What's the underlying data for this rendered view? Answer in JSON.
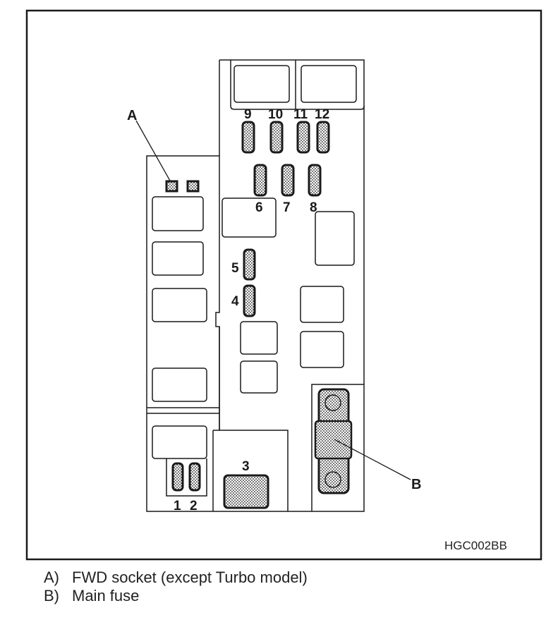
{
  "figure": {
    "code": "HGC002BB",
    "callouts": {
      "a": "A",
      "b": "B"
    },
    "fuse_labels": {
      "f1": "1",
      "f2": "2",
      "f3": "3",
      "f4": "4",
      "f5": "5",
      "f6": "6",
      "f7": "7",
      "f8": "8",
      "f9": "9",
      "f10": "10",
      "f11": "11",
      "f12": "12"
    }
  },
  "legend": [
    {
      "key": "A)",
      "text": "FWD socket (except Turbo model)"
    },
    {
      "key": "B)",
      "text": "Main fuse"
    }
  ],
  "colors": {
    "line": "#1a1a1a",
    "fill": "#ffffff",
    "dot": "#1a1a1a"
  }
}
